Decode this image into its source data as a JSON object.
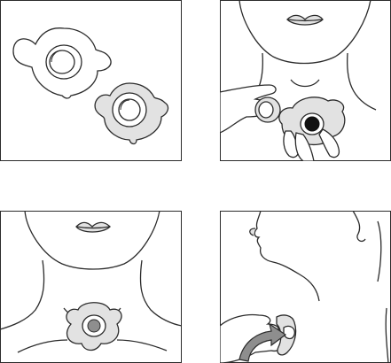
{
  "page": {
    "title": ""
  },
  "panels": [
    {
      "id": "p1",
      "icons": [
        "adhesive-base-plate-icon",
        "adhesive-base-plate-icon"
      ]
    },
    {
      "id": "p2",
      "icons": [
        "neck-illustration-icon",
        "hand-icon",
        "adhesive-base-plate-icon"
      ]
    },
    {
      "id": "p3",
      "icons": [
        "neck-illustration-icon",
        "adhesive-base-plate-icon"
      ]
    },
    {
      "id": "p4",
      "icons": [
        "neck-profile-illustration-icon",
        "hand-icon",
        "rotate-arrow-icon"
      ]
    }
  ],
  "colors": {
    "stroke": "#2b2b2b",
    "fill_grey": "#d9d9d9",
    "dark_grey": "#8e8e8e",
    "black": "#111111",
    "white": "#ffffff"
  }
}
